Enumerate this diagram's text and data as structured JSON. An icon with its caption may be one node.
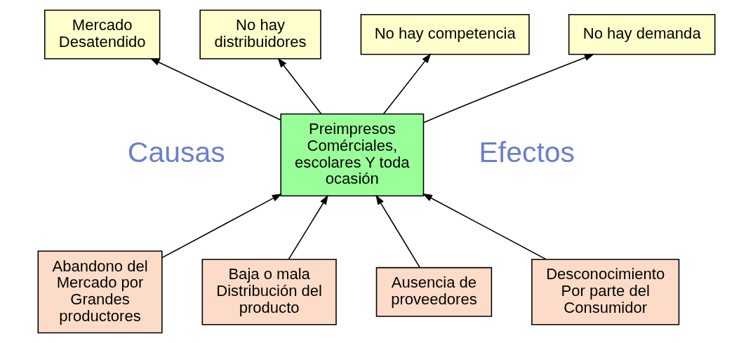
{
  "diagram": {
    "nodes": [
      {
        "text": [
          "Mercado Desatendido"
        ]
      },
      {
        "text": [
          "No hay distribuidores"
        ]
      },
      {
        "text": [
          "No hay competencia"
        ]
      },
      {
        "text": [
          "No hay demanda"
        ]
      },
      {
        "text": [
          "Preimpresos Comérciales, escolares Y toda ocasión"
        ]
      },
      {
        "text": [
          "Abandono del Mercado por Grandes productores"
        ]
      },
      {
        "text": [
          "Baja o mala Distribución del producto"
        ]
      },
      {
        "text": [
          "Ausencia de proveedores"
        ]
      },
      {
        "text": [
          "Desconocimiento Por parte del Consumidor"
        ]
      }
    ],
    "edges": [
      {
        "from": 4,
        "to": 0,
        "arrow": "to"
      },
      {
        "from": 4,
        "to": 1,
        "arrow": "to"
      },
      {
        "from": 4,
        "to": 2,
        "arrow": "to"
      },
      {
        "from": 4,
        "to": 3,
        "arrow": "to"
      },
      {
        "from": 5,
        "to": 4,
        "arrow": "to"
      },
      {
        "from": 6,
        "to": 4,
        "arrow": "to"
      },
      {
        "from": 7,
        "to": 4,
        "arrow": "to"
      },
      {
        "from": 8,
        "to": 4,
        "arrow": "to"
      }
    ],
    "labels": [
      "Efectos",
      "Causas"
    ]
  }
}
